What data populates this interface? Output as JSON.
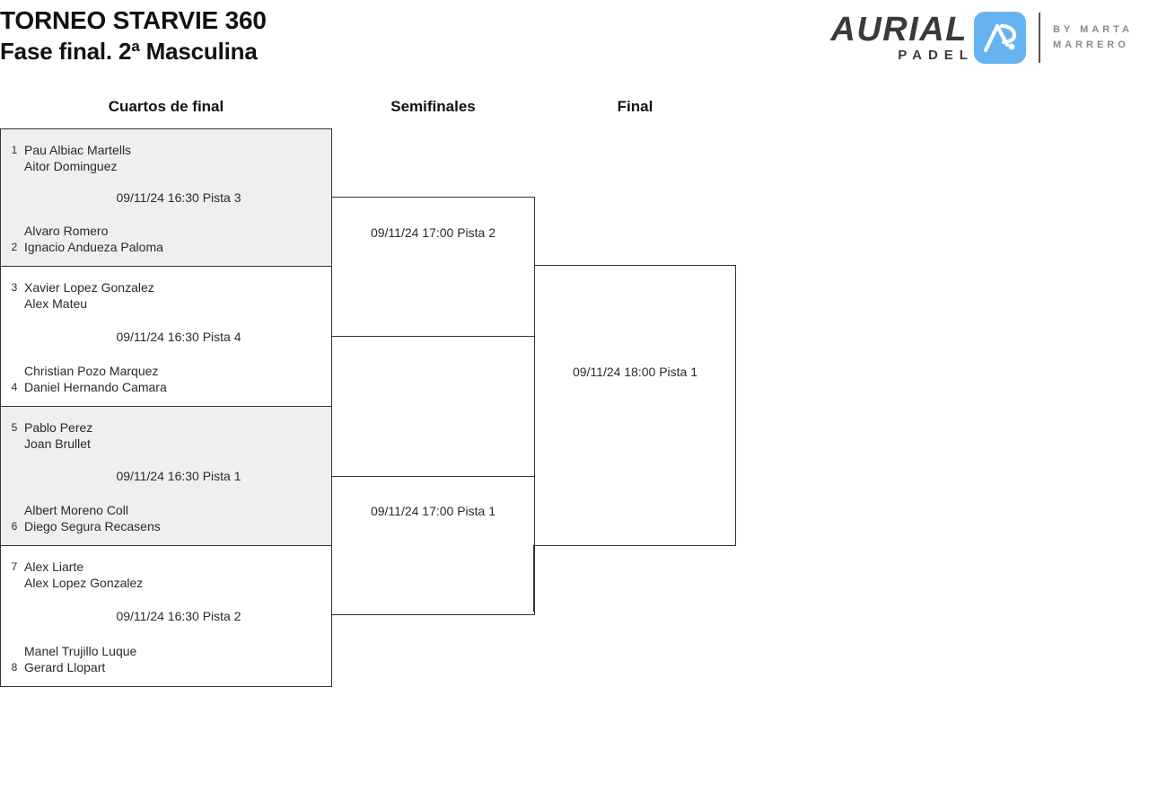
{
  "header": {
    "title": "TORNEO STARVIE 360",
    "subtitle": "Fase final. 2ª Masculina",
    "logo": {
      "brand": "AURIAL",
      "sub_brand": "PADEL",
      "by_line_1": "BY MARTA",
      "by_line_2": "MARRERO",
      "mark_color": "#66b3f0",
      "mark_icon": "aurial-ap-monogram-icon"
    }
  },
  "rounds": [
    {
      "key": "quarterfinals",
      "label": "Cuartos de final"
    },
    {
      "key": "semifinals",
      "label": "Semifinales"
    },
    {
      "key": "final",
      "label": "Final"
    }
  ],
  "bracket": {
    "quarterfinals": [
      {
        "seed_top": "1",
        "team_top_player_1": "Pau Albiac Martells",
        "team_top_player_2": "Aitor Dominguez",
        "seed_bottom": "2",
        "team_bottom_player_1": "Alvaro Romero",
        "team_bottom_player_2": "Ignacio Andueza Paloma",
        "schedule": "09/11/24 16:30 Pista 3",
        "shaded": true
      },
      {
        "seed_top": "3",
        "team_top_player_1": "Xavier Lopez Gonzalez",
        "team_top_player_2": "Alex Mateu",
        "seed_bottom": "4",
        "team_bottom_player_1": "Christian Pozo Marquez",
        "team_bottom_player_2": "Daniel Hernando Camara",
        "schedule": "09/11/24 16:30 Pista 4",
        "shaded": false
      },
      {
        "seed_top": "5",
        "team_top_player_1": "Pablo Perez",
        "team_top_player_2": "Joan Brullet",
        "seed_bottom": "6",
        "team_bottom_player_1": "Albert Moreno Coll",
        "team_bottom_player_2": "Diego Segura Recasens",
        "schedule": "09/11/24 16:30 Pista 1",
        "shaded": true
      },
      {
        "seed_top": "7",
        "team_top_player_1": "Alex Liarte",
        "team_top_player_2": "Alex Lopez Gonzalez",
        "seed_bottom": "8",
        "team_bottom_player_1": "Manel Trujillo Luque",
        "team_bottom_player_2": "Gerard Llopart",
        "schedule": "09/11/24 16:30 Pista 2",
        "shaded": false
      }
    ],
    "semifinals": [
      {
        "schedule": "09/11/24 17:00 Pista 2"
      },
      {
        "schedule": "09/11/24 17:00 Pista 1"
      }
    ],
    "final": {
      "schedule": "09/11/24 18:00 Pista 1"
    }
  },
  "colors": {
    "shaded_row": "#efefef",
    "border": "#333333",
    "text": "#2a2a2a",
    "logo_blue": "#66b3f0"
  }
}
